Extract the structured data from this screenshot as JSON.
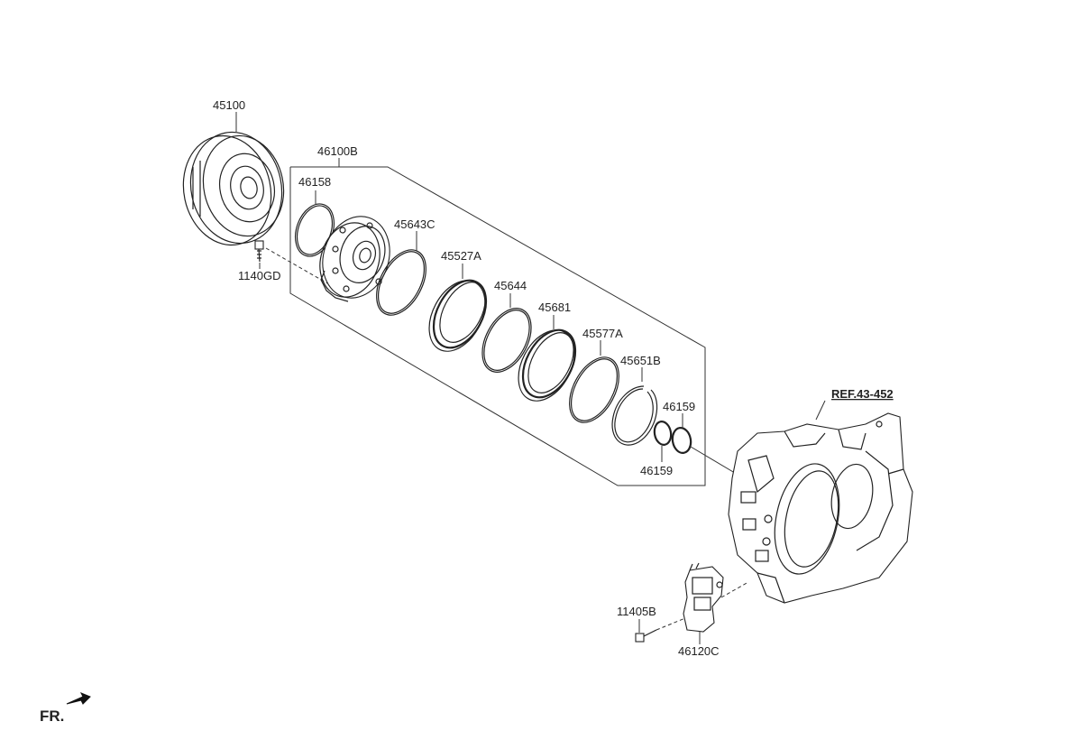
{
  "labels": {
    "p45100": "45100",
    "p46100B": "46100B",
    "p46158": "46158",
    "p1140GD": "1140GD",
    "p45643C": "45643C",
    "p45527A": "45527A",
    "p45644": "45644",
    "p45681": "45681",
    "p45577A": "45577A",
    "p45651B": "45651B",
    "p46159a": "46159",
    "p46159b": "46159",
    "ref": "REF.43-452",
    "p11405B": "11405B",
    "p46120C": "46120C",
    "fr": "FR."
  }
}
